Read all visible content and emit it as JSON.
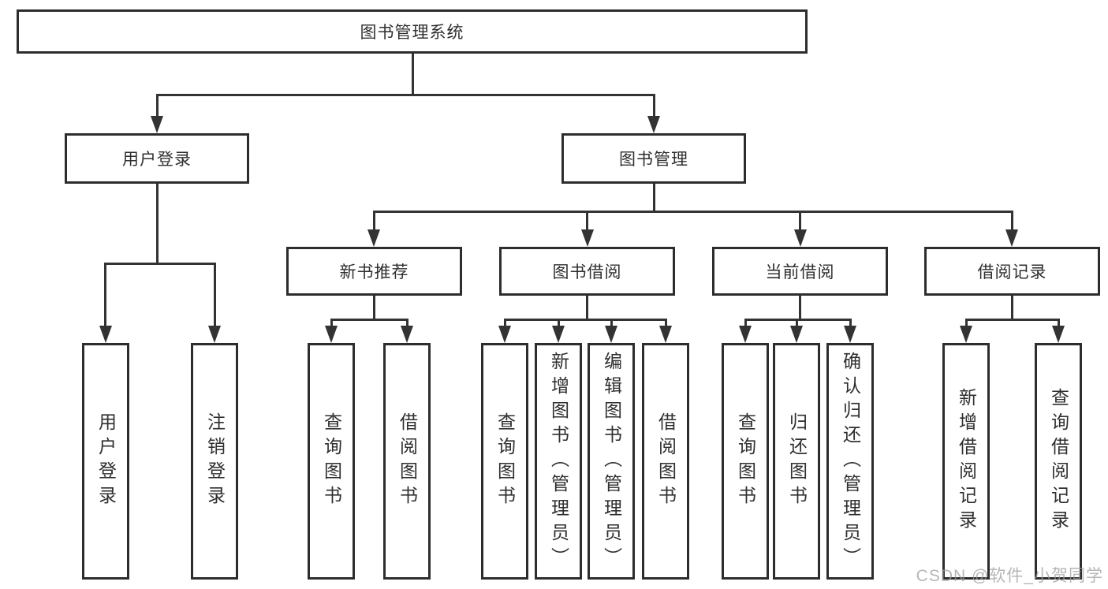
{
  "page": {
    "watermark": "CSDN @软件_小贺同学",
    "colors": {
      "background": "#ffffff",
      "box_border": "#2d2d2d",
      "connector_line": "#333333",
      "text": "#2f2f2f",
      "watermark_text": "#9e9e9e"
    }
  },
  "tree": {
    "root": {
      "label": "图书管理系统"
    },
    "branches": [
      {
        "label": "用户登录",
        "children": [
          {
            "label": "用户登录"
          },
          {
            "label": "注销登录"
          }
        ]
      },
      {
        "label": "图书管理",
        "children": [
          {
            "label": "新书推荐",
            "children": [
              {
                "label": "查询图书"
              },
              {
                "label": "借阅图书"
              }
            ]
          },
          {
            "label": "图书借阅",
            "children": [
              {
                "label": "查询图书"
              },
              {
                "label": "新增图书（管理员）"
              },
              {
                "label": "编辑图书（管理员）"
              },
              {
                "label": "借阅图书"
              }
            ]
          },
          {
            "label": "当前借阅",
            "children": [
              {
                "label": "查询图书"
              },
              {
                "label": "归还图书"
              },
              {
                "label": "确认归还（管理员）"
              }
            ]
          },
          {
            "label": "借阅记录",
            "children": [
              {
                "label": "新增借阅记录"
              },
              {
                "label": "查询借阅记录"
              }
            ]
          }
        ]
      }
    ]
  }
}
